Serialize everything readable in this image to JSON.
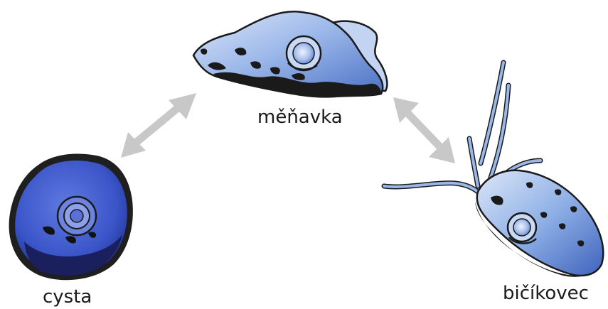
{
  "stages": {
    "amoeba": {
      "label": "měňavka",
      "icon": "amoeba-icon"
    },
    "cyst": {
      "label": "cysta",
      "icon": "cyst-icon"
    },
    "flagellate": {
      "label": "bičíkovec",
      "icon": "flagellate-icon"
    }
  },
  "arrows": [
    {
      "from": "cyst",
      "to": "amoeba",
      "bidirectional": true
    },
    {
      "from": "amoeba",
      "to": "flagellate",
      "bidirectional": true
    }
  ],
  "colors": {
    "cell_light": "#a9c4ee",
    "cell_mid": "#6f95d8",
    "cell_dark": "#2d4fa8",
    "cyst_fill": "#3350c4",
    "outline": "#1a1a1a",
    "arrow": "#c8c8c8"
  }
}
